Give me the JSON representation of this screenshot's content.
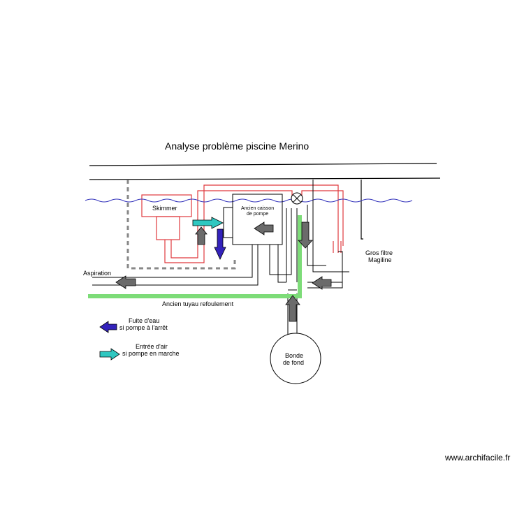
{
  "title": "Analyse problème piscine Merino",
  "labels": {
    "skimmer": "Skimmer",
    "pump_box_line1": "Ancien caisson",
    "pump_box_line2": "de pompe",
    "aspiration": "Aspiration",
    "filter_line1": "Gros filtre",
    "filter_line2": "Magiline",
    "old_outlet": "Ancien tuyau refoulement",
    "drain_line1": "Bonde",
    "drain_line2": "de fond"
  },
  "legend": {
    "leak_line1": "Fuite d'eau",
    "leak_line2": "si pompe à l'arrêt",
    "air_line1": "Entrée d'air",
    "air_line2": "si pompe en marche"
  },
  "colors": {
    "red_pipe": "#e0393e",
    "water": "#3333bb",
    "green_pipe": "#7ddc78",
    "flow_arrow": "#6b6b6b",
    "leak_arrow": "#3322bb",
    "air_arrow": "#2fc7c0",
    "dashed": "#888888"
  },
  "icons": {
    "valve": "valve-icon",
    "flow": "flow-arrow-icon",
    "leak": "leak-arrow-icon",
    "air": "air-arrow-icon"
  },
  "watermark": "www.archifacile.fr"
}
